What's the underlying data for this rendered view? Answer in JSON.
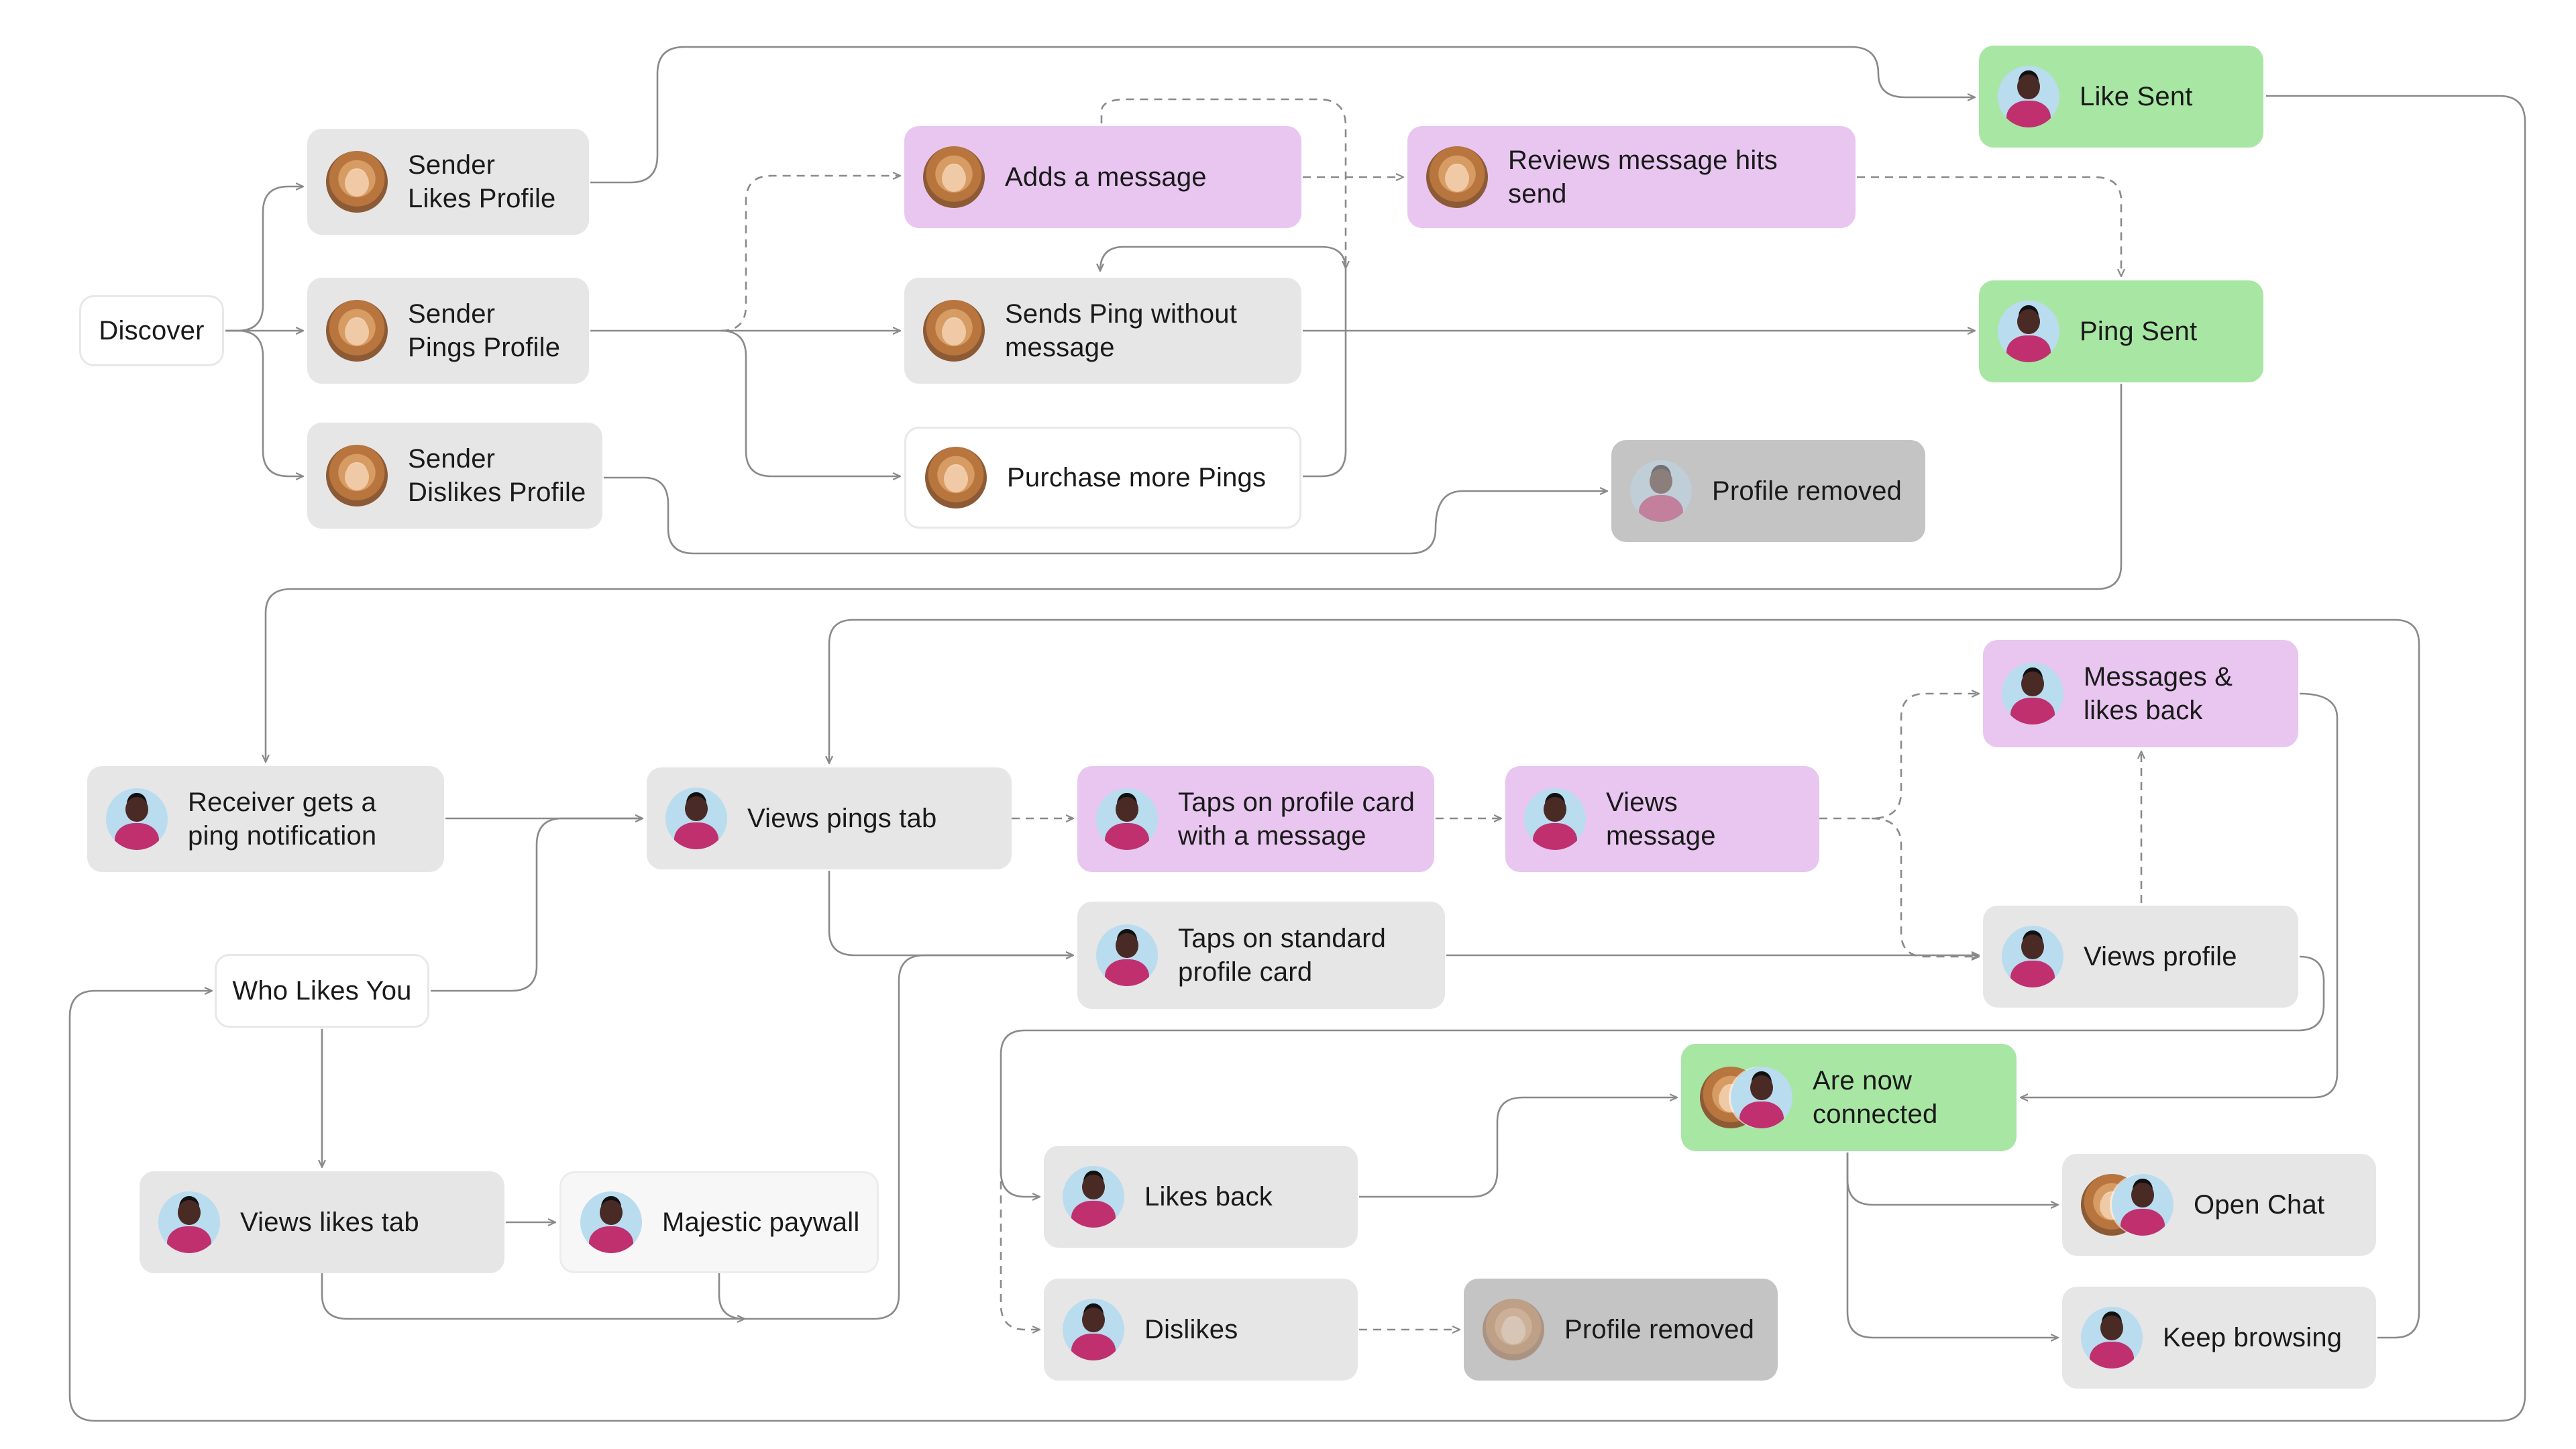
{
  "nodes": [
    {
      "id": "discover",
      "label": "Discover",
      "style": "plain",
      "avatar": "none"
    },
    {
      "id": "sender_likes",
      "label": "Sender\nLikes Profile",
      "style": "grey",
      "avatar": "sender"
    },
    {
      "id": "sender_pings",
      "label": "Sender\nPings Profile",
      "style": "grey",
      "avatar": "sender"
    },
    {
      "id": "sender_dislikes",
      "label": "Sender\nDislikes Profile",
      "style": "grey",
      "avatar": "sender"
    },
    {
      "id": "adds_message",
      "label": "Adds a message",
      "style": "pink",
      "avatar": "sender"
    },
    {
      "id": "sends_ping",
      "label": "Sends Ping without\nmessage",
      "style": "grey",
      "avatar": "sender"
    },
    {
      "id": "purchase_pings",
      "label": "Purchase more Pings",
      "style": "white",
      "avatar": "sender"
    },
    {
      "id": "reviews_message",
      "label": "Reviews message hits send",
      "style": "pink",
      "avatar": "sender"
    },
    {
      "id": "like_sent",
      "label": "Like Sent",
      "style": "green",
      "avatar": "receiver"
    },
    {
      "id": "ping_sent",
      "label": "Ping Sent",
      "style": "green",
      "avatar": "receiver"
    },
    {
      "id": "profile_removed_1",
      "label": "Profile removed",
      "style": "dark",
      "avatar": "receiver-faded"
    },
    {
      "id": "receiver_notification",
      "label": "Receiver gets a\nping notification",
      "style": "grey",
      "avatar": "receiver"
    },
    {
      "id": "views_pings_tab",
      "label": "Views pings tab",
      "style": "grey",
      "avatar": "receiver"
    },
    {
      "id": "taps_message_card",
      "label": "Taps on profile card\nwith a message",
      "style": "pink",
      "avatar": "receiver"
    },
    {
      "id": "views_message",
      "label": "Views\nmessage",
      "style": "pink",
      "avatar": "receiver"
    },
    {
      "id": "messages_likes_back",
      "label": "Messages &\nlikes back",
      "style": "pink",
      "avatar": "receiver"
    },
    {
      "id": "taps_standard_card",
      "label": "Taps on standard\nprofile card",
      "style": "grey",
      "avatar": "receiver"
    },
    {
      "id": "views_profile",
      "label": "Views profile",
      "style": "grey",
      "avatar": "receiver"
    },
    {
      "id": "who_likes_you",
      "label": "Who Likes You",
      "style": "plain",
      "avatar": "none"
    },
    {
      "id": "views_likes_tab",
      "label": "Views likes tab",
      "style": "grey",
      "avatar": "receiver"
    },
    {
      "id": "majestic_paywall",
      "label": "Majestic paywall",
      "style": "faint",
      "avatar": "receiver"
    },
    {
      "id": "are_now_connected",
      "label": "Are now\nconnected",
      "style": "green",
      "avatar": "pair"
    },
    {
      "id": "likes_back",
      "label": "Likes back",
      "style": "grey",
      "avatar": "receiver"
    },
    {
      "id": "dislikes",
      "label": "Dislikes",
      "style": "grey",
      "avatar": "receiver"
    },
    {
      "id": "profile_removed_2",
      "label": "Profile removed",
      "style": "dark",
      "avatar": "sender-faded"
    },
    {
      "id": "open_chat",
      "label": "Open Chat",
      "style": "grey",
      "avatar": "pair"
    },
    {
      "id": "keep_browsing",
      "label": "Keep browsing",
      "style": "grey",
      "avatar": "receiver"
    }
  ],
  "edges": [
    {
      "from": "discover",
      "to": "sender_likes",
      "style": "solid"
    },
    {
      "from": "discover",
      "to": "sender_pings",
      "style": "solid"
    },
    {
      "from": "discover",
      "to": "sender_dislikes",
      "style": "solid"
    },
    {
      "from": "sender_likes",
      "to": "like_sent",
      "style": "solid"
    },
    {
      "from": "sender_pings",
      "to": "sends_ping",
      "style": "solid"
    },
    {
      "from": "sender_pings",
      "to": "adds_message",
      "style": "dashed"
    },
    {
      "from": "sender_pings",
      "to": "purchase_pings",
      "style": "solid"
    },
    {
      "from": "purchase_pings",
      "to": "sends_ping",
      "style": "solid"
    },
    {
      "from": "adds_message",
      "to": "reviews_message",
      "style": "dashed"
    },
    {
      "from": "purchase_pings",
      "to": "adds_message",
      "style": "dashed"
    },
    {
      "from": "reviews_message",
      "to": "ping_sent",
      "style": "dashed"
    },
    {
      "from": "sends_ping",
      "to": "ping_sent",
      "style": "solid"
    },
    {
      "from": "sender_dislikes",
      "to": "profile_removed_1",
      "style": "solid"
    },
    {
      "from": "ping_sent",
      "to": "receiver_notification",
      "style": "solid"
    },
    {
      "from": "receiver_notification",
      "to": "views_pings_tab",
      "style": "solid"
    },
    {
      "from": "who_likes_you",
      "to": "views_pings_tab",
      "style": "solid"
    },
    {
      "from": "views_pings_tab",
      "to": "taps_message_card",
      "style": "dashed"
    },
    {
      "from": "taps_message_card",
      "to": "views_message",
      "style": "dashed"
    },
    {
      "from": "views_message",
      "to": "messages_likes_back",
      "style": "dashed"
    },
    {
      "from": "views_message",
      "to": "views_profile",
      "style": "dashed"
    },
    {
      "from": "views_profile",
      "to": "messages_likes_back",
      "style": "dashed"
    },
    {
      "from": "views_pings_tab",
      "to": "taps_standard_card",
      "style": "solid"
    },
    {
      "from": "taps_standard_card",
      "to": "views_profile",
      "style": "solid"
    },
    {
      "from": "who_likes_you",
      "to": "views_likes_tab",
      "style": "solid"
    },
    {
      "from": "views_likes_tab",
      "to": "majestic_paywall",
      "style": "solid"
    },
    {
      "from": "views_likes_tab",
      "to": "taps_standard_card",
      "style": "solid"
    },
    {
      "from": "views_profile",
      "to": "likes_back",
      "style": "solid"
    },
    {
      "from": "views_profile",
      "to": "dislikes",
      "style": "solid"
    },
    {
      "from": "messages_likes_back",
      "to": "are_now_connected",
      "style": "dashed"
    },
    {
      "from": "likes_back",
      "to": "are_now_connected",
      "style": "solid"
    },
    {
      "from": "dislikes",
      "to": "profile_removed_2",
      "style": "solid"
    },
    {
      "from": "are_now_connected",
      "to": "open_chat",
      "style": "dashed"
    },
    {
      "from": "are_now_connected",
      "to": "keep_browsing",
      "style": "solid"
    },
    {
      "from": "keep_browsing",
      "to": "views_pings_tab",
      "style": "solid"
    },
    {
      "from": "like_sent",
      "to": "who_likes_you",
      "style": "solid"
    }
  ]
}
